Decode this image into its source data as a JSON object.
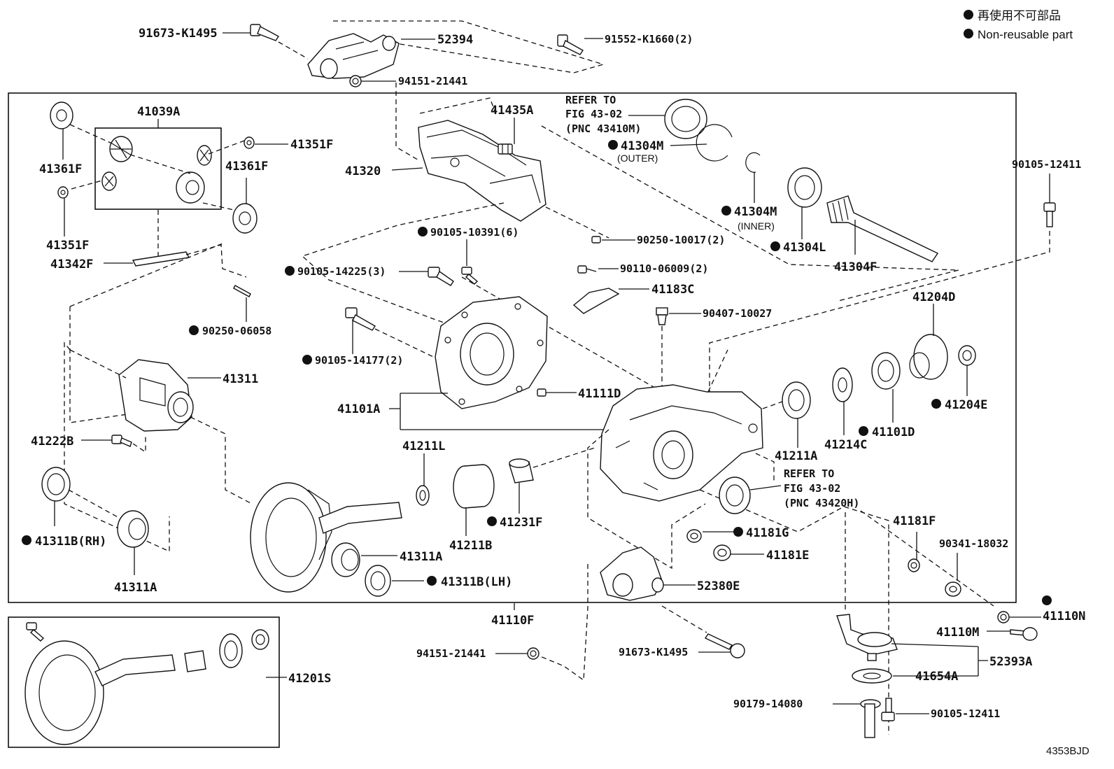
{
  "legend": {
    "jp": "再使用不可部品",
    "en": "Non-reusable part"
  },
  "diagram_code": "4353BJD",
  "refs": {
    "upper": {
      "line1": "REFER TO",
      "line2": "FIG 43-02",
      "line3": "(PNC 43410M)"
    },
    "lower": {
      "line1": "REFER TO",
      "line2": "FIG 43-02",
      "line3": "(PNC 43420H)"
    }
  },
  "notes": {
    "outer": "(OUTER)",
    "inner": "(INNER)"
  },
  "parts": {
    "p91673_top": "91673-K1495",
    "p52394": "52394",
    "p94151_top": "94151-21441",
    "p91552": "91552-K1660(2)",
    "p41039A": "41039A",
    "p41361F_a": "41361F",
    "p41351F_a": "41351F",
    "p41361F_b": "41361F",
    "p41351F_b": "41351F",
    "p41342F": "41342F",
    "p90250_06058": "90250-06058",
    "p41435A": "41435A",
    "p41320": "41320",
    "p41304M_outer": "41304M",
    "p41304M_inner": "41304M",
    "p41304L": "41304L",
    "p41304F": "41304F",
    "p90105_12411_r": "90105-12411",
    "p90105_10391": "90105-10391(6)",
    "p90250_10017": "90250-10017(2)",
    "p90105_14225": "90105-14225(3)",
    "p90110_06009": "90110-06009(2)",
    "p41183C": "41183C",
    "p90407": "90407-10027",
    "p90105_14177": "90105-14177(2)",
    "p41204D": "41204D",
    "p41311": "41311",
    "p41111D": "41111D",
    "p41101A": "41101A",
    "p41204E": "41204E",
    "p41222B": "41222B",
    "p41211L": "41211L",
    "p41101D": "41101D",
    "p41214C": "41214C",
    "p41211A": "41211A",
    "p41231F": "41231F",
    "p41211B": "41211B",
    "p41311B_RH": "41311B(RH)",
    "p41311A_a": "41311A",
    "p41311A_b": "41311A",
    "p41311B_LH": "41311B(LH)",
    "p41181F": "41181F",
    "p90341": "90341-18032",
    "p41181G": "41181G",
    "p41181E": "41181E",
    "p52380E": "52380E",
    "p41110F": "41110F",
    "p41110N": "41110N",
    "p41110M": "41110M",
    "p41201S": "41201S",
    "p94151_bot": "94151-21441",
    "p91673_bot": "91673-K1495",
    "p52393A": "52393A",
    "p41654A": "41654A",
    "p90179": "90179-14080",
    "p90105_12411_b": "90105-12411"
  }
}
